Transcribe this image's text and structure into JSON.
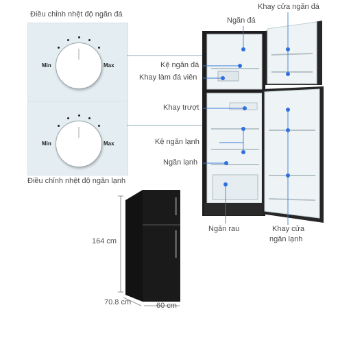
{
  "freezer_dial": {
    "caption": "Điều chỉnh nhệt độ ngăn đá",
    "min_label": "Min",
    "max_label": "Max"
  },
  "fridge_dial": {
    "caption": "Điều chỉnh nhệt độ ngăn lạnh",
    "min_label": "Min",
    "max_label": "Max"
  },
  "callouts": {
    "freezer_door_tray": "Khay cửa ngăn đá",
    "freezer": "Ngăn đá",
    "freezer_shelf": "Kệ ngăn đá",
    "ice_tray": "Khay làm đá viên",
    "sliding_tray": "Khay trượt",
    "fridge_shelf": "Kệ ngăn lạnh",
    "fridge": "Ngăn lạnh",
    "vegetable_drawer": "Ngăn rau",
    "fridge_door_tray_line1": "Khay cửa",
    "fridge_door_tray_line2": "ngăn lạnh"
  },
  "dimensions": {
    "height": "164 cm",
    "depth": "70.8 cm",
    "width": "60 cm"
  },
  "colors": {
    "callout_line": "#3a7bd5",
    "marker_dot": "#2f6fe0",
    "fridge_body": "#1e1e1e",
    "interior": "#eef3f6"
  }
}
